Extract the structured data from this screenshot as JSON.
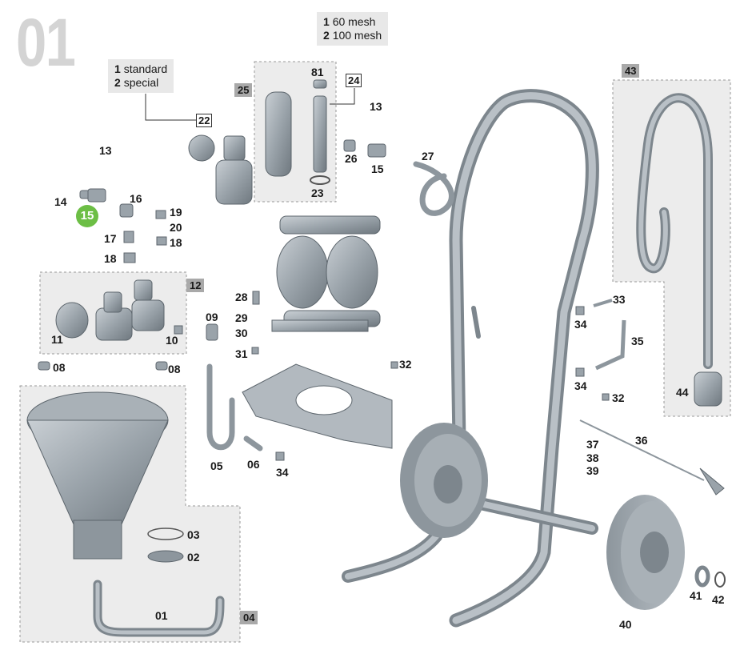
{
  "page_number": "01",
  "notes": {
    "filter": [
      {
        "n": "1",
        "text": "60 mesh"
      },
      {
        "n": "2",
        "text": "100 mesh"
      }
    ],
    "regulator": [
      {
        "n": "1",
        "text": "standard"
      },
      {
        "n": "2",
        "text": "special"
      }
    ]
  },
  "highlight": "15",
  "group_labels": {
    "g25": "25",
    "g12": "12",
    "g43": "43",
    "g04": "04"
  },
  "boxed_labels": {
    "b22": "22",
    "b24": "24"
  },
  "part_numbers": {
    "p81": "81",
    "p23": "23",
    "p13a": "13",
    "p14": "14",
    "p16": "16",
    "p17": "17",
    "p18a": "18",
    "p19": "19",
    "p20": "20",
    "p18b": "18",
    "p13b": "13",
    "p26": "26",
    "p15": "15",
    "p27": "27",
    "p11": "11",
    "p10": "10",
    "p08a": "08",
    "p08b": "08",
    "p09": "09",
    "p28": "28",
    "p29": "29",
    "p30": "30",
    "p31": "31",
    "p32a": "32",
    "p05": "05",
    "p06": "06",
    "p34a": "34",
    "p33": "33",
    "p34b": "34",
    "p35": "35",
    "p34c": "34",
    "p32b": "32",
    "p44": "44",
    "p36": "36",
    "p37": "37",
    "p38": "38",
    "p39": "39",
    "p03": "03",
    "p02": "02",
    "p01": "01",
    "p41": "41",
    "p42": "42",
    "p40": "40"
  }
}
